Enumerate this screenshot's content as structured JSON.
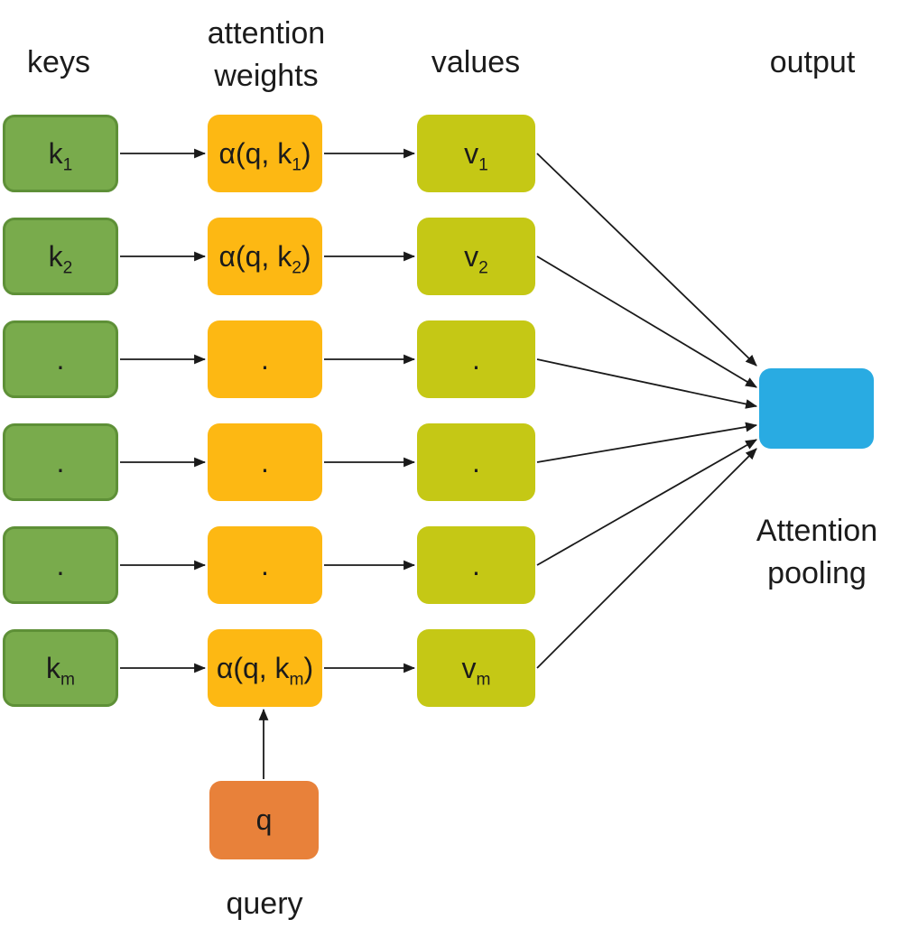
{
  "headers": {
    "keys": "keys",
    "attention_weights_line1": "attention",
    "attention_weights_line2": "weights",
    "values": "values",
    "output": "output"
  },
  "keys": {
    "items": [
      {
        "pre": "k",
        "sub": "1",
        "post": ""
      },
      {
        "pre": "k",
        "sub": "2",
        "post": ""
      },
      {
        "pre": ".",
        "sub": "",
        "post": ""
      },
      {
        "pre": ".",
        "sub": "",
        "post": ""
      },
      {
        "pre": ".",
        "sub": "",
        "post": ""
      },
      {
        "pre": "k",
        "sub": "m",
        "post": ""
      }
    ]
  },
  "attention_weights": {
    "items": [
      {
        "pre": "α(q, k",
        "sub": "1",
        "post": ")"
      },
      {
        "pre": "α(q, k",
        "sub": "2",
        "post": ")"
      },
      {
        "pre": ".",
        "sub": "",
        "post": ""
      },
      {
        "pre": ".",
        "sub": "",
        "post": ""
      },
      {
        "pre": ".",
        "sub": "",
        "post": ""
      },
      {
        "pre": "α(q, k",
        "sub": "m",
        "post": ")"
      }
    ]
  },
  "values": {
    "items": [
      {
        "pre": "v",
        "sub": "1",
        "post": ""
      },
      {
        "pre": "v",
        "sub": "2",
        "post": ""
      },
      {
        "pre": ".",
        "sub": "",
        "post": ""
      },
      {
        "pre": ".",
        "sub": "",
        "post": ""
      },
      {
        "pre": ".",
        "sub": "",
        "post": ""
      },
      {
        "pre": "v",
        "sub": "m",
        "post": ""
      }
    ]
  },
  "query": {
    "box": {
      "pre": "q",
      "sub": "",
      "post": ""
    },
    "label": "query"
  },
  "output": {
    "label_line1": "Attention",
    "label_line2": "pooling"
  },
  "colors": {
    "key_box_fill": "#79ab4c",
    "key_box_border": "#5e9037",
    "weight_box_fill": "#fdb813",
    "value_box_fill": "#c5c815",
    "output_box_fill": "#29abe2",
    "query_box_fill": "#e8813a",
    "arrow": "#1a1a1a",
    "text": "#1b1b1b"
  }
}
